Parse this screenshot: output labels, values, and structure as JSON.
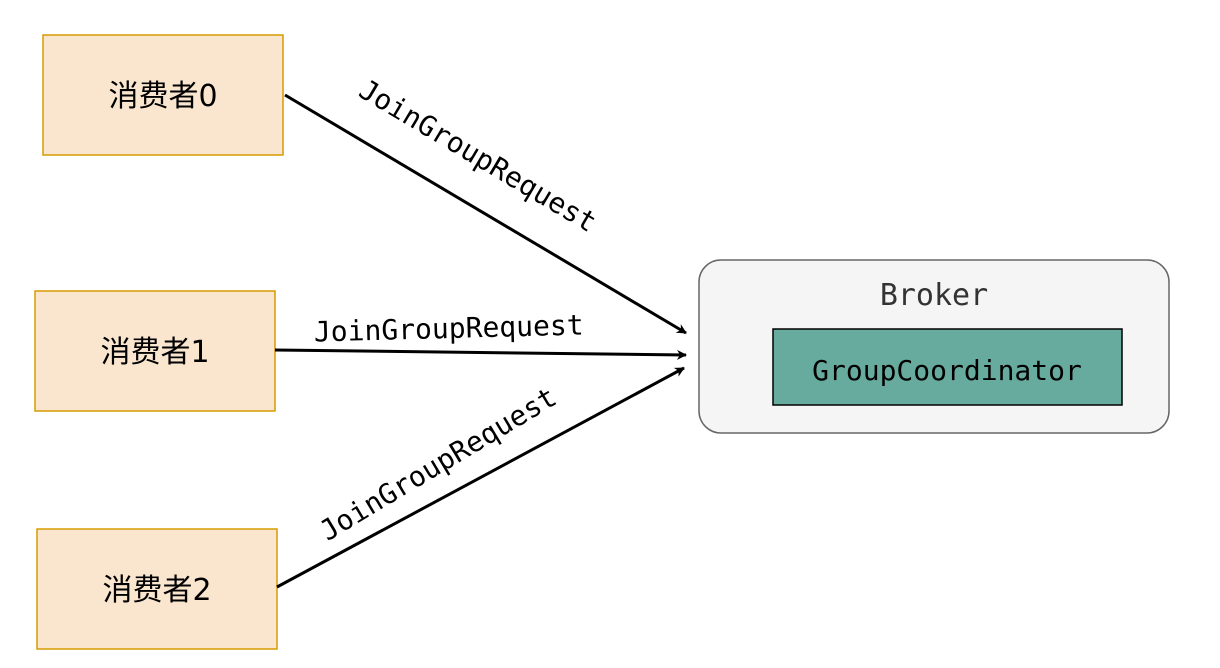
{
  "consumers": [
    {
      "label": "消费者0"
    },
    {
      "label": "消费者1"
    },
    {
      "label": "消费者2"
    }
  ],
  "edges": [
    {
      "label": "JoinGroupRequest"
    },
    {
      "label": "JoinGroupRequest"
    },
    {
      "label": "JoinGroupRequest"
    }
  ],
  "broker": {
    "label": "Broker",
    "coordinator": "GroupCoordinator"
  },
  "colors": {
    "consumer_fill": "#fae6cf",
    "consumer_stroke": "#d79b00",
    "broker_fill": "#f5f5f5",
    "broker_stroke": "#666666",
    "coordinator_fill": "#67ab9f"
  }
}
